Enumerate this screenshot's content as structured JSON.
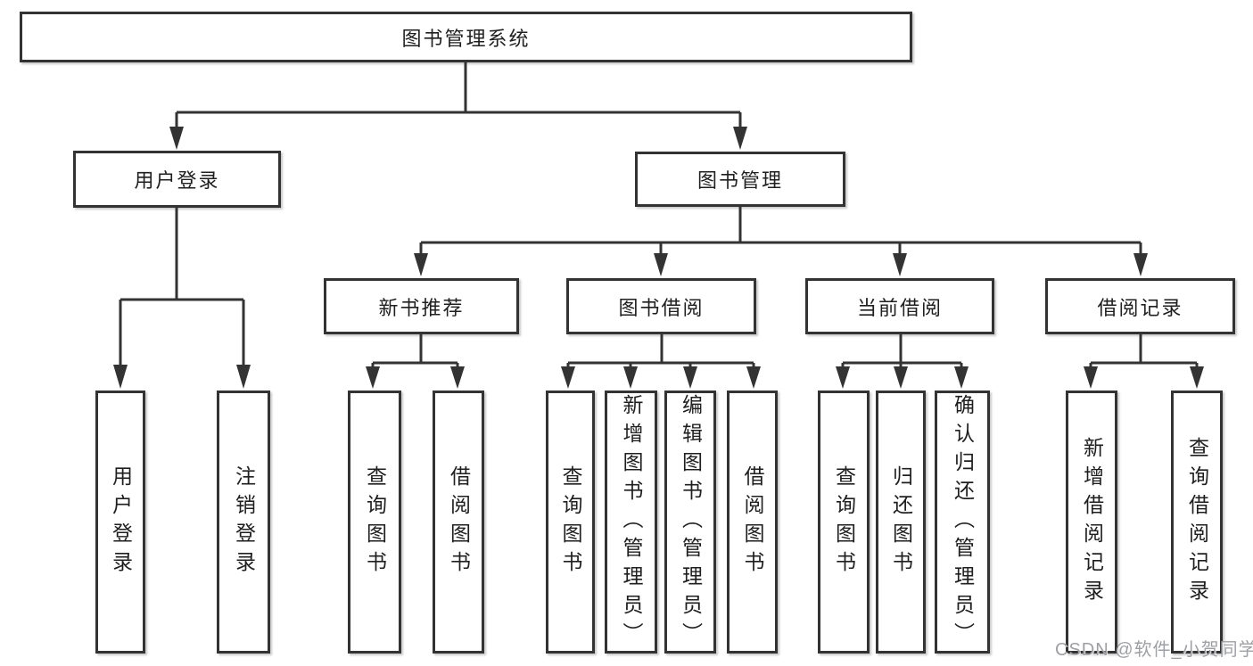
{
  "diagram": {
    "title": "图书管理系统",
    "watermark": "CSDN @软件_小贺同学",
    "colors": {
      "line": "#333333",
      "box_border": "#333333",
      "text": "#1f1f1f",
      "background": "#ffffff",
      "watermark": "#9fa0a4"
    },
    "nodes": {
      "root": {
        "label": "图书管理系统"
      },
      "user_login": {
        "label": "用户登录"
      },
      "book_management": {
        "label": "图书管理"
      },
      "new_book_recommend": {
        "label": "新书推荐"
      },
      "book_borrowing": {
        "label": "图书借阅"
      },
      "current_borrowing": {
        "label": "当前借阅"
      },
      "borrowing_records": {
        "label": "借阅记录"
      },
      "user_login_action": {
        "label": "用户登录"
      },
      "logout": {
        "label": "注销登录"
      },
      "nb_query_books": {
        "label": "查询图书"
      },
      "nb_borrow_books": {
        "label": "借阅图书"
      },
      "bb_query_books": {
        "label": "查询图书"
      },
      "bb_add_books": {
        "label": "新增图书（管理员）"
      },
      "bb_edit_books": {
        "label": "编辑图书（管理员）"
      },
      "bb_borrow_books": {
        "label": "借阅图书"
      },
      "cb_query_books": {
        "label": "查询图书"
      },
      "cb_return_books": {
        "label": "归还图书"
      },
      "cb_confirm_return": {
        "label": "确认归还（管理员）"
      },
      "br_add_record": {
        "label": "新增借阅记录"
      },
      "br_query_record": {
        "label": "查询借阅记录"
      }
    },
    "hierarchy": {
      "图书管理系统": {
        "用户登录": [
          "用户登录",
          "注销登录"
        ],
        "图书管理": {
          "新书推荐": [
            "查询图书",
            "借阅图书"
          ],
          "图书借阅": [
            "查询图书",
            "新增图书（管理员）",
            "编辑图书（管理员）",
            "借阅图书"
          ],
          "当前借阅": [
            "查询图书",
            "归还图书",
            "确认归还（管理员）"
          ],
          "借阅记录": [
            "新增借阅记录",
            "查询借阅记录"
          ]
        }
      }
    }
  }
}
